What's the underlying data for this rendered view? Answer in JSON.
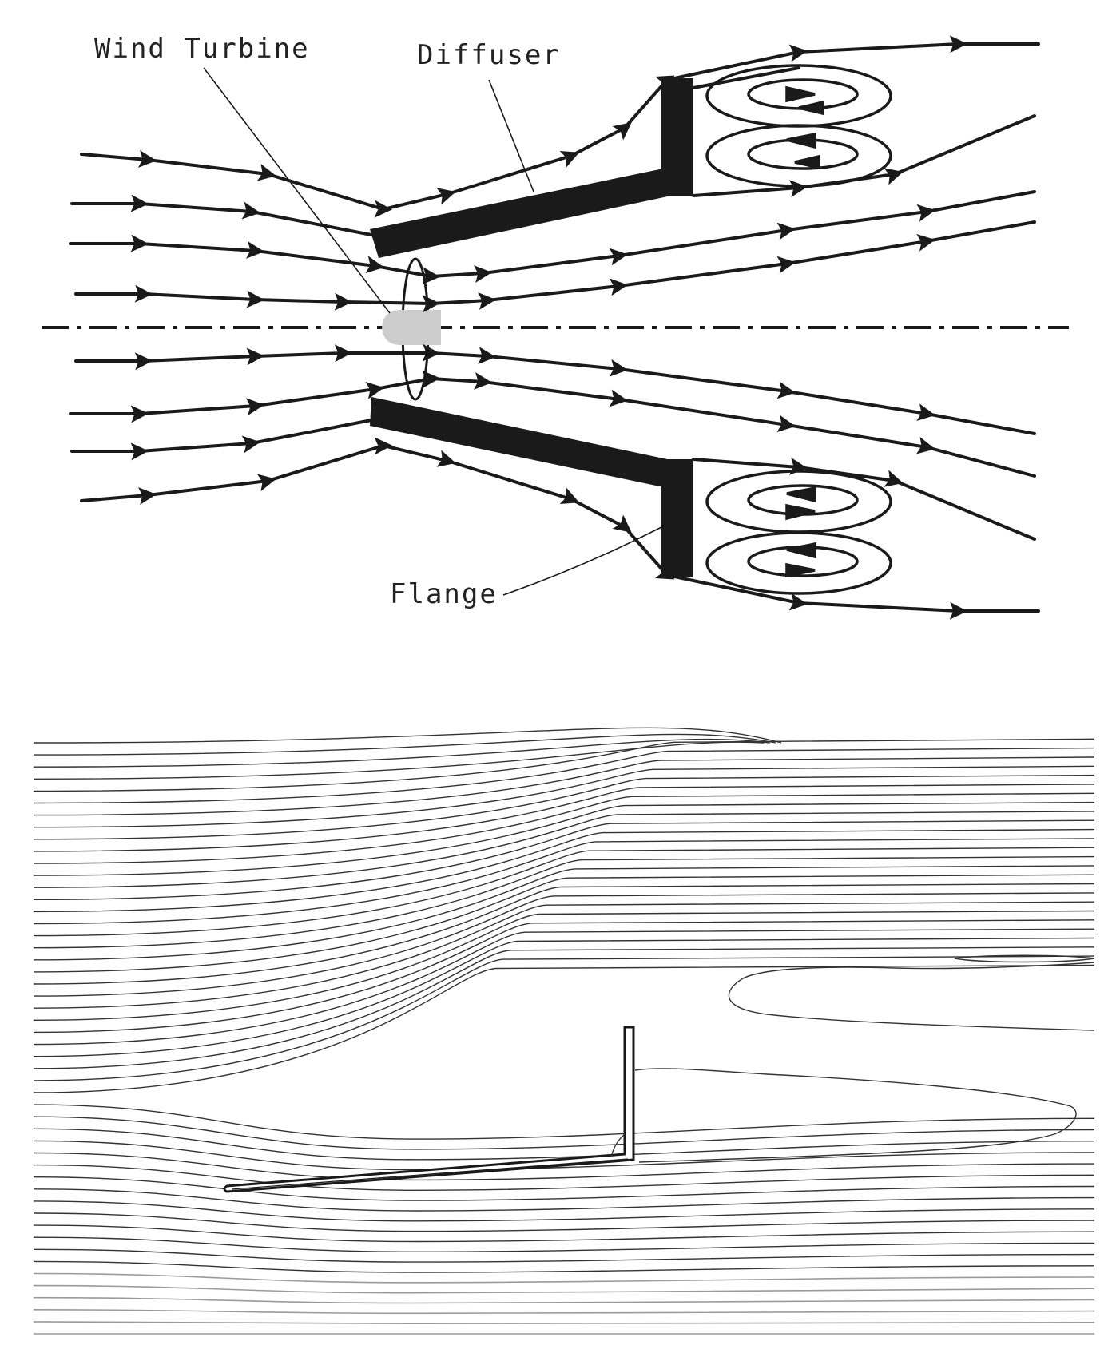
{
  "labels": {
    "wind_turbine": "Wind Turbine",
    "diffuser": "Diffuser",
    "flange": "Flange"
  },
  "colors": {
    "ink": "#1a1a1a",
    "hub": "#cccccc",
    "background": "#ffffff"
  }
}
